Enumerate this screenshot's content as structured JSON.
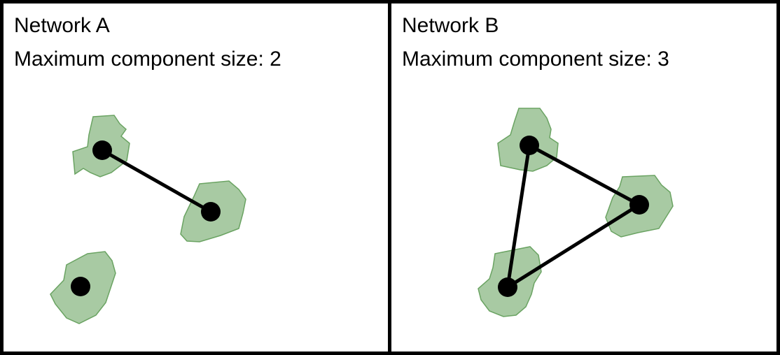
{
  "panels": [
    {
      "title": "Network A",
      "subtitle": "Maximum component size: 2",
      "nodes": 3,
      "edges": [
        [
          0,
          1
        ]
      ]
    },
    {
      "title": "Network B",
      "subtitle": "Maximum component size: 3",
      "nodes": 3,
      "edges": [
        [
          0,
          1
        ],
        [
          1,
          2
        ],
        [
          2,
          0
        ]
      ]
    }
  ],
  "colors": {
    "patch_fill": "#a8caa3",
    "patch_stroke": "#6aa362",
    "node": "#000000",
    "edge": "#000000",
    "border": "#000000"
  }
}
